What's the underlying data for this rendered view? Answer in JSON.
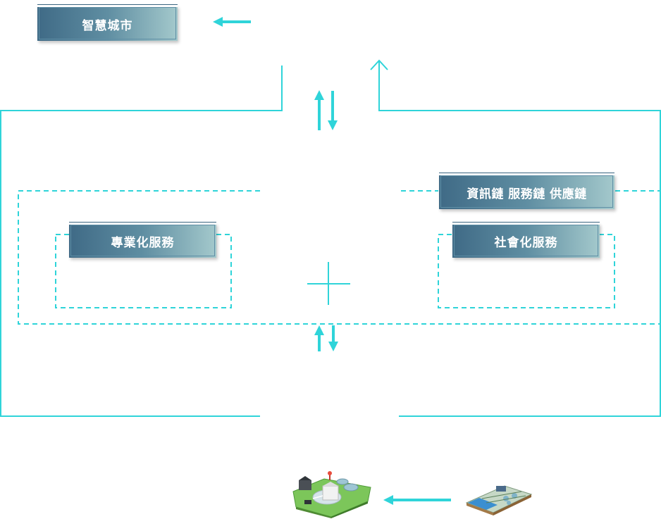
{
  "labels": {
    "smart_city": "智慧城市",
    "chains": "資訊鏈 服務鏈 供應鏈",
    "professional_services": "專業化服務",
    "social_services": "社會化服務"
  },
  "colors": {
    "line": "#2fd4d9",
    "box_gradient_start": "#3f6a86",
    "box_gradient_end": "#a4c9cc"
  },
  "icons": {
    "left_illustration": "treatment-plant-illustration",
    "right_illustration": "water-facility-illustration"
  }
}
